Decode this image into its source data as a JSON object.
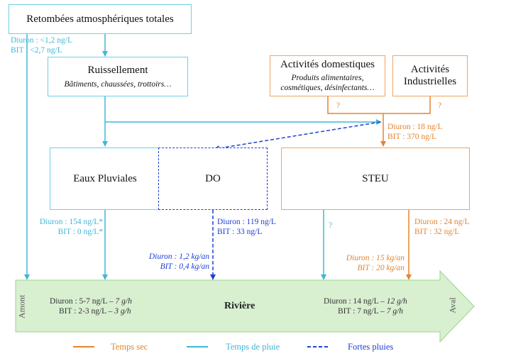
{
  "boxes": {
    "retombees": "Retombées atmosphériques totales",
    "ruissellement": "Ruissellement",
    "ruissellement_sub": "Bâtiments, chaussées, trottoirs…",
    "domestiques": "Activités domestiques",
    "domestiques_sub1": "Produits alimentaires,",
    "domestiques_sub2": "cosmétiques, désinfectants…",
    "industrielles1": "Activités",
    "industrielles2": "Industrielles",
    "eaux_pluviales": "Eaux Pluviales",
    "do": "DO",
    "steu": "STEU",
    "riviere": "Rivière",
    "amont": "Amont",
    "aval": "Aval"
  },
  "labels": {
    "retombees_diuron": "Diuron : <1,2 ng/L",
    "retombees_bit": "BIT : <2,7 ng/L",
    "q_domestic": "?",
    "q_industrial": "?",
    "steu_in_diuron": "Diuron : 18 ng/L",
    "steu_in_bit": "BIT : 370 ng/L",
    "ep_diuron": "Diuron : 154 ng/L*",
    "ep_bit": "BIT : 0 ng/L*",
    "do_diuron": "Diuron : 119 ng/L",
    "do_bit": "BIT : 33 ng/L",
    "do_flux_diuron": "Diuron : 1,2 kg/an",
    "do_flux_bit": "BIT : 0,4 kg/an",
    "q_steu_rain": "?",
    "steu_out_diuron": "Diuron : 24 ng/L",
    "steu_out_bit": "BIT : 32 ng/L",
    "steu_flux_diuron": "Diuron : 15 kg/an",
    "steu_flux_bit": "BIT : 20 kg/an",
    "amont_diuron_conc": "Diuron : 5-7 ng/L – ",
    "amont_diuron_flux": "7 g/h",
    "amont_bit_conc": "BIT : 2-3 ng/L – ",
    "amont_bit_flux": "3 g/h",
    "aval_diuron_conc": "Diuron : 14 ng/L – ",
    "aval_diuron_flux": "12 g/h",
    "aval_bit_conc": "BIT : 7 ng/L – ",
    "aval_bit_flux": "7 g/h"
  },
  "legend": {
    "dry": "Temps sec",
    "rain": "Temps de pluie",
    "heavy": "Fortes pluies"
  },
  "colors": {
    "dry": "#e5842c",
    "rain": "#3fb7d6",
    "heavy": "#1f3fd6",
    "river": "#d8efd0"
  }
}
